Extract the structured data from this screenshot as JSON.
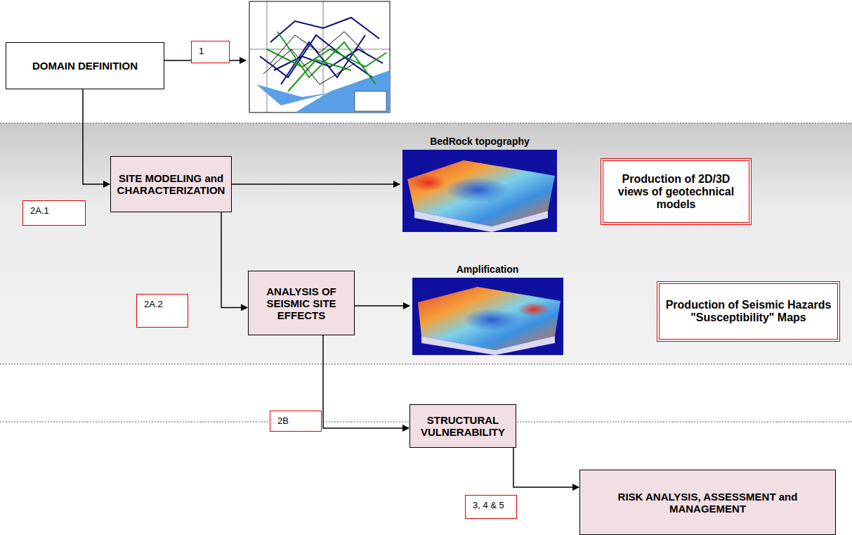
{
  "diagram": {
    "nodes": [
      {
        "text": [
          "DOMAIN DEFINITION"
        ]
      },
      {
        "text": [
          "SITE MODELING and CHARACTERIZATION"
        ]
      },
      {
        "text": [
          "Production of 2D/3D views of geotechnical models"
        ]
      },
      {
        "text": [
          "ANALYSIS OF SEISMIC SITE EFFECTS"
        ]
      },
      {
        "text": [
          "Production of Seismic Hazards \"Susceptibility\" Maps"
        ]
      },
      {
        "text": [
          "STRUCTURAL VULNERABILITY"
        ]
      },
      {
        "text": [
          "RISK ANALYSIS, ASSESSMENT and MANAGEMENT"
        ]
      }
    ],
    "edges": [
      {
        "from": 0,
        "to": 1,
        "arrow": "to"
      },
      {
        "from": 1,
        "to": 3,
        "arrow": "to"
      },
      {
        "from": 3,
        "to": 5,
        "arrow": "to"
      },
      {
        "from": 5,
        "to": 6,
        "arrow": "to"
      }
    ],
    "labels": [
      "1",
      "BedRock topography",
      "2A.1",
      "Amplification",
      "2A.2",
      "2B",
      "3, 4 & 5"
    ]
  }
}
